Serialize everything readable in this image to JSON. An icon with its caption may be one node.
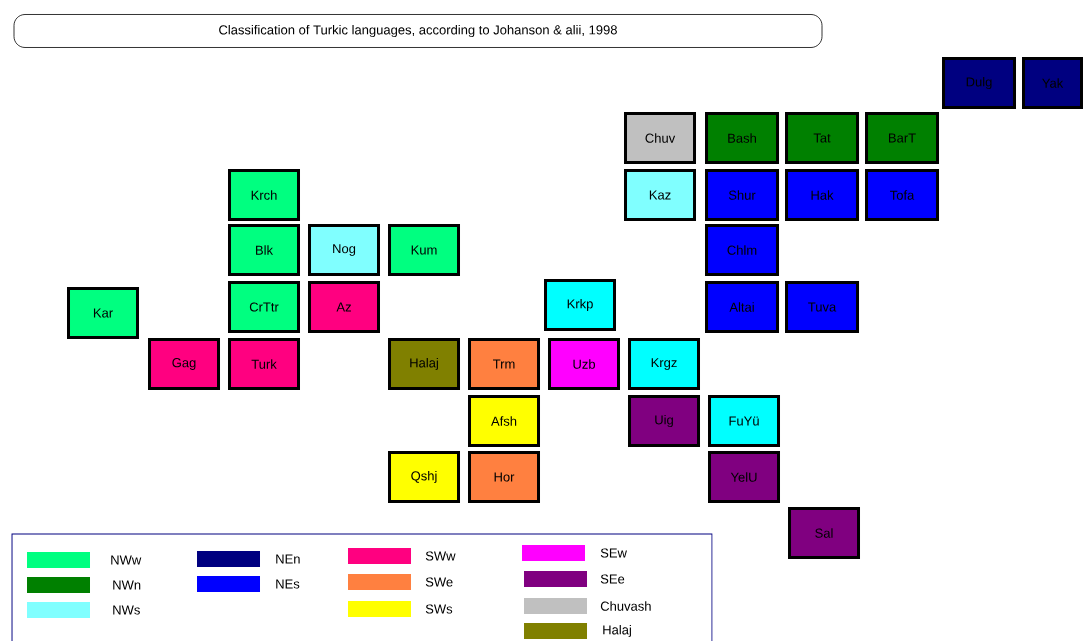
{
  "diagram": {
    "title": "Classification of Turkic languages, according to Johanson & alii, 1998",
    "nodes": [
      {
        "text": [
          "Dulg"
        ]
      },
      {
        "text": [
          "Yak"
        ]
      },
      {
        "text": [
          "Chuv"
        ]
      },
      {
        "text": [
          "Bash"
        ]
      },
      {
        "text": [
          "Tat"
        ]
      },
      {
        "text": [
          "BarT"
        ]
      },
      {
        "text": [
          "Krch"
        ]
      },
      {
        "text": [
          "Kaz"
        ]
      },
      {
        "text": [
          "Shur"
        ]
      },
      {
        "text": [
          "Hak"
        ]
      },
      {
        "text": [
          "Tofa"
        ]
      },
      {
        "text": [
          "Blk"
        ]
      },
      {
        "text": [
          "Nog"
        ]
      },
      {
        "text": [
          "Kum"
        ]
      },
      {
        "text": [
          "Chlm"
        ]
      },
      {
        "text": [
          "Kar"
        ]
      },
      {
        "text": [
          "CrTtr"
        ]
      },
      {
        "text": [
          "Az"
        ]
      },
      {
        "text": [
          "Krkp"
        ]
      },
      {
        "text": [
          "Altai"
        ]
      },
      {
        "text": [
          "Tuva"
        ]
      },
      {
        "text": [
          "Gag"
        ]
      },
      {
        "text": [
          "Turk"
        ]
      },
      {
        "text": [
          "Halaj"
        ]
      },
      {
        "text": [
          "Trm"
        ]
      },
      {
        "text": [
          "Uzb"
        ]
      },
      {
        "text": [
          "Krgz"
        ]
      },
      {
        "text": [
          "Afsh"
        ]
      },
      {
        "text": [
          "Uig"
        ]
      },
      {
        "text": [
          "FuYü"
        ]
      },
      {
        "text": [
          "Qshj"
        ]
      },
      {
        "text": [
          "Hor"
        ]
      },
      {
        "text": [
          "YelU"
        ]
      },
      {
        "text": [
          "Sal"
        ]
      }
    ],
    "legend": [
      {
        "text": "NWw",
        "color": "#00ff80"
      },
      {
        "text": "NWn",
        "color": "#008000"
      },
      {
        "text": "NWs",
        "color": "#80ffff"
      },
      {
        "text": "NEn",
        "color": "#000080"
      },
      {
        "text": "NEs",
        "color": "#0000ff"
      },
      {
        "text": "SWw",
        "color": "#ff0080"
      },
      {
        "text": "SWe",
        "color": "#ff8040"
      },
      {
        "text": "SWs",
        "color": "#ffff00"
      },
      {
        "text": "SEw",
        "color": "#ff00ff"
      },
      {
        "text": "SEe",
        "color": "#800080"
      },
      {
        "text": "Chuvash",
        "color": "#c0c0c0"
      },
      {
        "text": "Halaj",
        "color": "#808000"
      }
    ]
  }
}
